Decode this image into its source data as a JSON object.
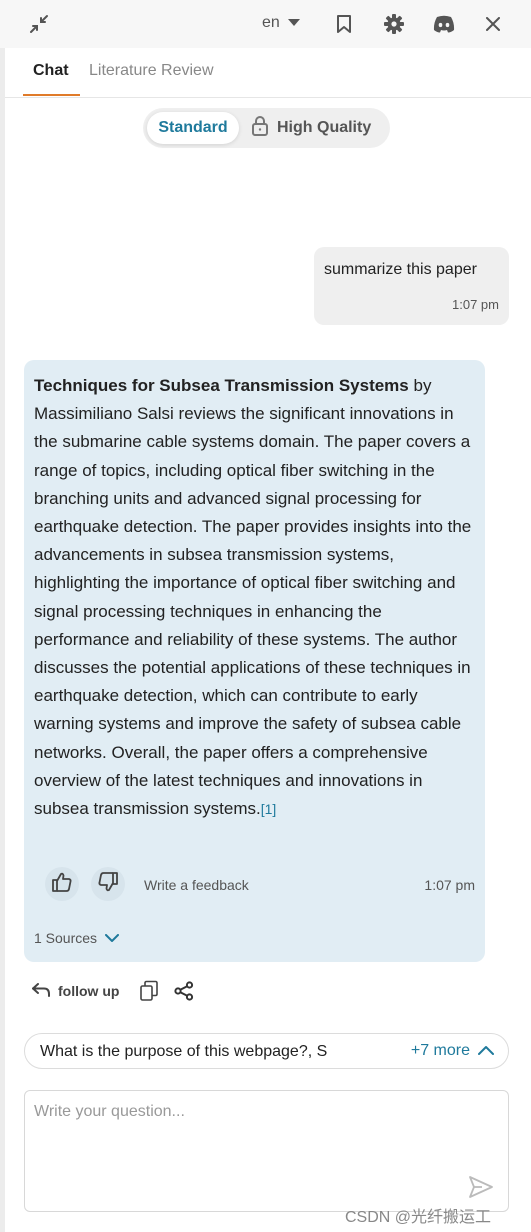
{
  "topbar": {
    "collapse_icon": "collapse-icon",
    "language": "en",
    "language_icon": "caret-down-icon",
    "bookmark_icon": "bookmark-icon",
    "settings_icon": "gear-icon",
    "discord_icon": "discord-icon",
    "close_icon": "close-icon"
  },
  "tabs": [
    {
      "label": "Chat",
      "active": true
    },
    {
      "label": "Literature Review",
      "active": false
    }
  ],
  "mode": {
    "standard_label": "Standard",
    "high_quality_label": "High Quality",
    "selected": "Standard"
  },
  "messages": {
    "user": {
      "text": "summarize this paper",
      "time": "1:07 pm"
    },
    "assistant": {
      "title": "Techniques for Subsea Transmission Systems",
      "body": " by Massimiliano Salsi reviews the significant innovations in the submarine cable systems domain. The paper covers a range of topics, including optical fiber switching in the branching units and advanced signal processing for earthquake detection. The paper provides insights into the advancements in subsea transmission systems, highlighting the importance of optical fiber switching and signal processing techniques in enhancing the performance and reliability of these systems. The author discusses the potential applications of these techniques in earthquake detection, which can contribute to early warning systems and improve the safety of subsea cable networks. Overall, the paper offers a comprehensive overview of the latest techniques and innovations in subsea transmission systems.",
      "citation": "[1]",
      "feedback_label": "Write a feedback",
      "time": "1:07 pm",
      "sources_label": "1 Sources"
    }
  },
  "actions": {
    "follow_up_label": "follow up"
  },
  "suggestions": {
    "text": "What is the purpose of this webpage?, S",
    "more_label": "+7 more"
  },
  "input": {
    "placeholder": "Write your question..."
  },
  "watermark": "CSDN @光纤搬运工",
  "colors": {
    "accent": "#1f7a9c",
    "tab_underline": "#e07b2a",
    "assistant_bubble": "#e1edf4",
    "user_bubble": "#efefef"
  }
}
